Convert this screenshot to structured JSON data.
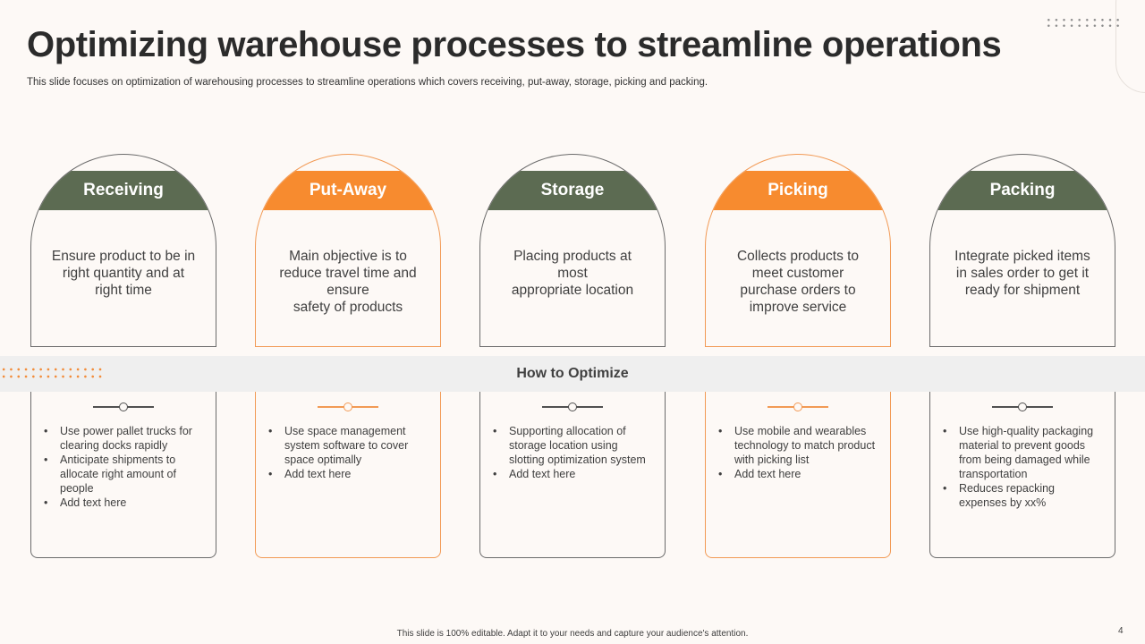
{
  "title": "Optimizing warehouse processes to streamline operations",
  "subtitle": "This slide focuses on optimization of warehousing processes to streamline operations which covers receiving, put-away, storage, picking and packing.",
  "band_label": "How to Optimize",
  "colors": {
    "green": "#5c6b52",
    "orange": "#f78b2f",
    "band": "#efefef",
    "background": "#fdf9f6"
  },
  "stages": [
    {
      "name": "Receiving",
      "color": "green",
      "description": [
        "Ensure product to be in",
        "right quantity  and at",
        "right time"
      ],
      "bullets": [
        "Use power pallet trucks for clearing docks rapidly",
        "Anticipate shipments to allocate right amount of people",
        "Add text here"
      ]
    },
    {
      "name": "Put-Away",
      "color": "orange",
      "description": [
        "Main objective is to",
        "reduce travel time and",
        "ensure",
        "safety of products"
      ],
      "bullets": [
        "Use space management system software  to cover space optimally",
        "Add text here"
      ]
    },
    {
      "name": "Storage",
      "color": "green",
      "description": [
        "Placing products at",
        "most",
        "appropriate location"
      ],
      "bullets": [
        "Supporting  allocation of storage location using slotting optimization system",
        "Add text here"
      ]
    },
    {
      "name": "Picking",
      "color": "orange",
      "description": [
        "Collects products to",
        "meet customer",
        "purchase orders to",
        "improve service"
      ],
      "bullets": [
        "Use mobile and wearables technology to match product with picking list",
        "Add text here"
      ]
    },
    {
      "name": "Packing",
      "color": "green",
      "description": [
        "Integrate picked items",
        "in sales order to get it",
        "ready for shipment"
      ],
      "bullets": [
        "Use high-quality packaging material to prevent goods from being damaged while transportation",
        "Reduces repacking expenses by xx%"
      ]
    }
  ],
  "footer": "This slide is 100% editable.  Adapt it to your needs and capture your audience's attention.",
  "page_number": "4"
}
